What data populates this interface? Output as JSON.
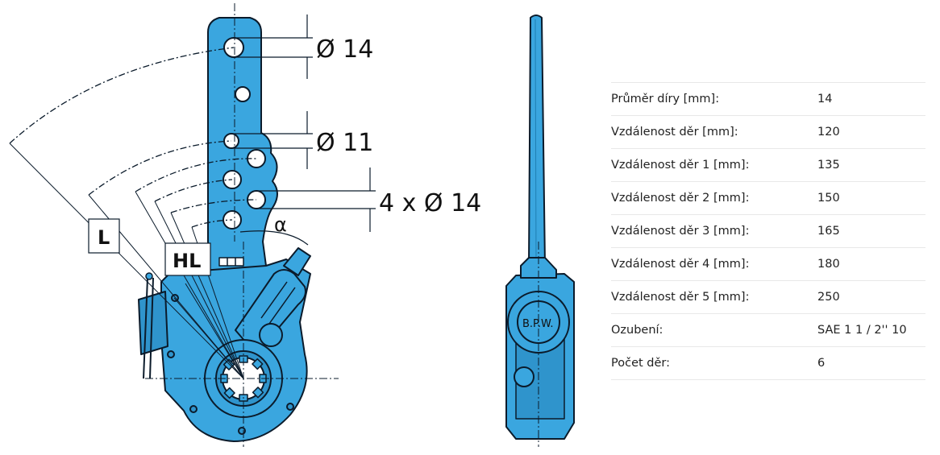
{
  "drawing": {
    "dim_hole_top": "Ø 14",
    "dim_hole_mid": "Ø 11",
    "dim_holes_row": "4 x Ø 14",
    "angle": "α",
    "label_l": "L",
    "label_hl": "HL",
    "logo_text": "B.P.W.",
    "colors": {
      "part": "#3aa6df",
      "part_dark": "#1f7fb3",
      "outline": "#0b1b2b"
    }
  },
  "specs": [
    {
      "label": "Průměr díry [mm]:",
      "value": "14"
    },
    {
      "label": "Vzdálenost děr [mm]:",
      "value": "120"
    },
    {
      "label": "Vzdálenost děr 1 [mm]:",
      "value": "135"
    },
    {
      "label": "Vzdálenost děr 2 [mm]:",
      "value": "150"
    },
    {
      "label": "Vzdálenost děr 3 [mm]:",
      "value": "165"
    },
    {
      "label": "Vzdálenost děr 4 [mm]:",
      "value": "180"
    },
    {
      "label": "Vzdálenost děr 5 [mm]:",
      "value": "250"
    },
    {
      "label": "Ozubení:",
      "value": "SAE 1 1 / 2'' 10"
    },
    {
      "label": "Počet děr:",
      "value": "6"
    }
  ]
}
